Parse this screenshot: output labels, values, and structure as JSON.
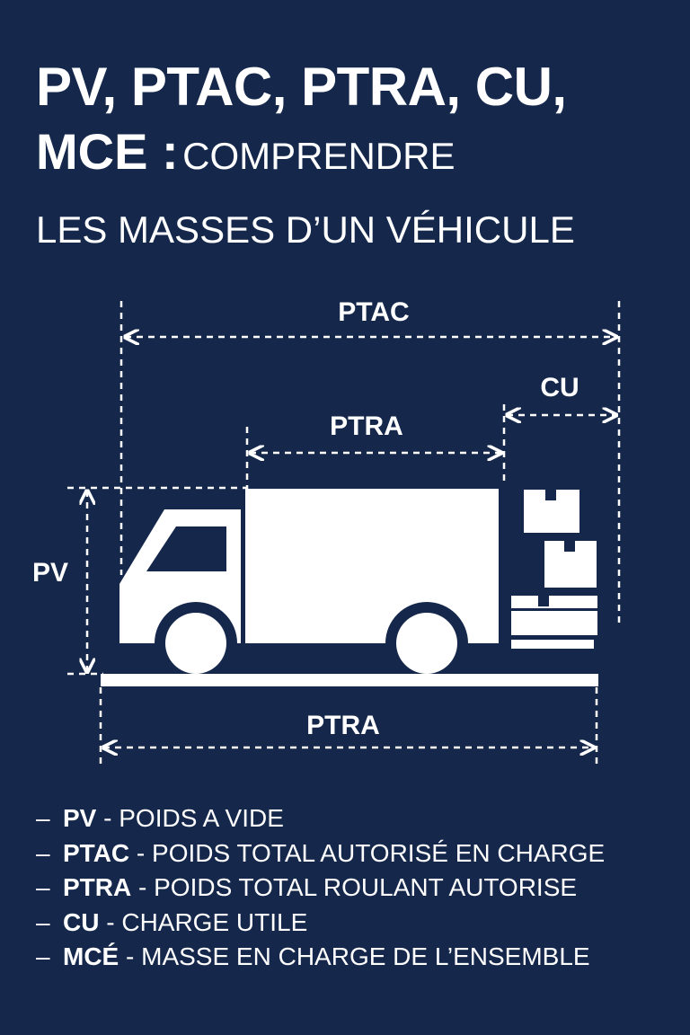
{
  "title": {
    "line1": "PV, PTAC, PTRA, CU,",
    "line2_strong": "MCE :",
    "line2_light": "COMPRENDRE",
    "line3": "LES MASSES D’UN VÉHICULE"
  },
  "diagram": {
    "labels": {
      "ptac": "PTAC",
      "cu": "CU",
      "ptra_top": "PTRA",
      "pv": "PV",
      "ptra_bottom": "PTRA"
    },
    "colors": {
      "background": "#15284b",
      "foreground": "#ffffff"
    },
    "icons": [
      "truck-icon",
      "box-icon"
    ]
  },
  "legend": [
    {
      "dash": "–",
      "code": "PV",
      "sep": " - ",
      "text": "POIDS A VIDE"
    },
    {
      "dash": "–",
      "code": "PTAC",
      "sep": " - ",
      "text": "POIDS TOTAL AUTORISÉ EN CHARGE"
    },
    {
      "dash": "–",
      "code": "PTRA",
      "sep": " - ",
      "text": "POIDS TOTAL ROULANT AUTORISE"
    },
    {
      "dash": "–",
      "code": "CU",
      "sep": " - ",
      "text": "CHARGE UTILE"
    },
    {
      "dash": "–",
      "code": "MCÉ",
      "sep": " - ",
      "text": "MASSE EN CHARGE DE L’ENSEMBLE"
    }
  ]
}
